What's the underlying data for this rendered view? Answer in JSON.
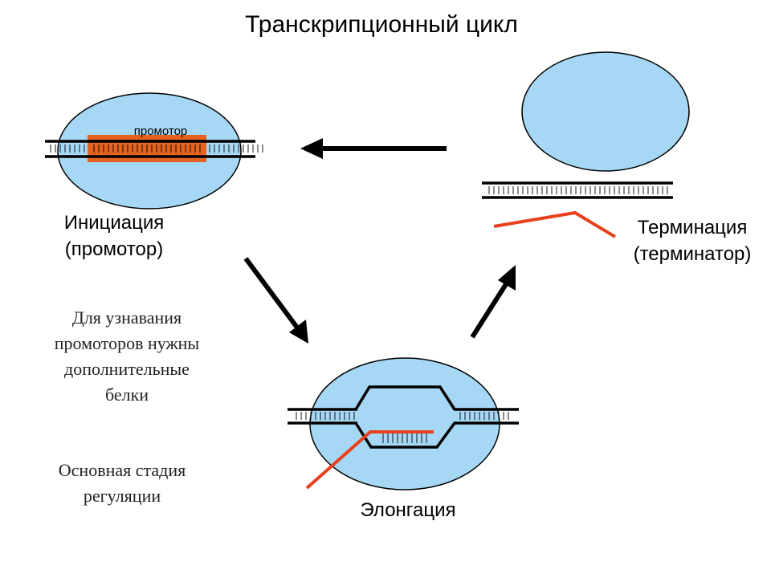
{
  "title": "Транскрипционный цикл",
  "initiation": {
    "label_line1": "Инициация",
    "label_line2": "(промотор)",
    "promoter_label": "промотор"
  },
  "termination": {
    "label_line1": "Терминация",
    "label_line2": "(терминатор)"
  },
  "elongation": {
    "label": "Элонгация"
  },
  "notes": {
    "proteins_line1": "Для узнавания",
    "proteins_line2": "промоторов нужны",
    "proteins_line3": "дополнительные",
    "proteins_line4": "белки",
    "regulation_line1": "Основная стадия",
    "regulation_line2": "регуляции"
  },
  "colors": {
    "polymerase_fill": "#a6d8f5",
    "outline": "#000000",
    "promoter_fill": "#e3631f",
    "rna": "#e8401c",
    "arrow": "#000000"
  }
}
